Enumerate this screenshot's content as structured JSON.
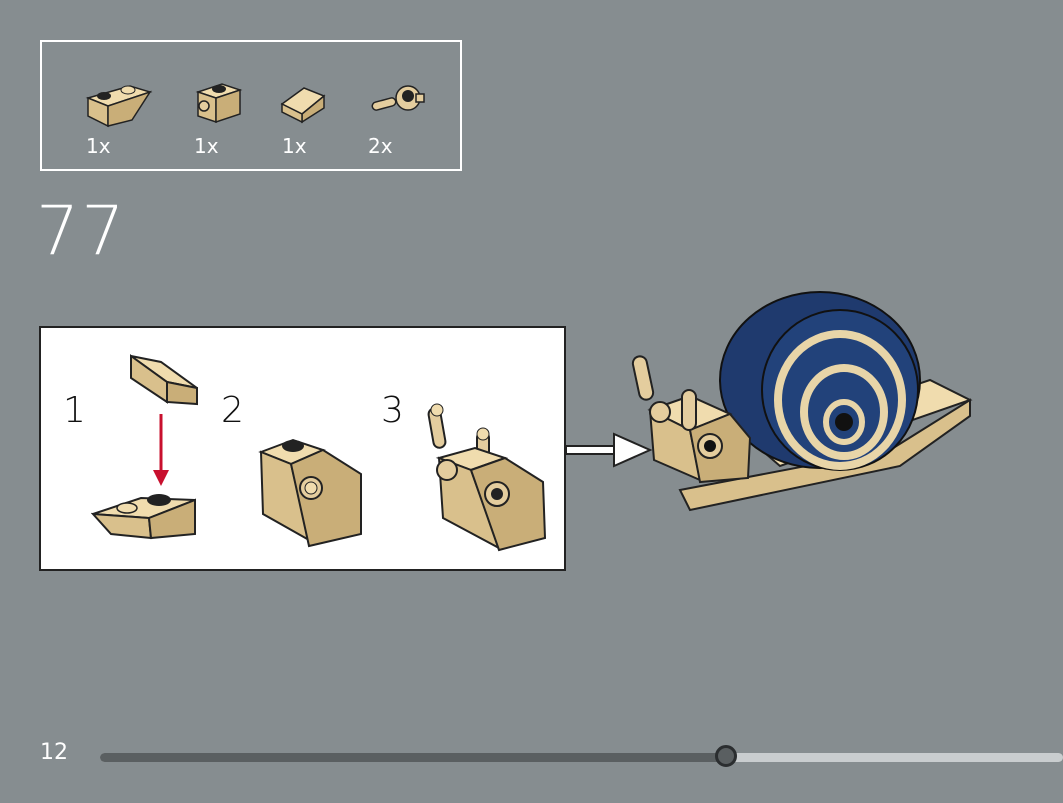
{
  "parts_list": {
    "items": [
      {
        "icon": "tan-inverted-slope-brick-icon",
        "quantity": "1x"
      },
      {
        "icon": "tan-brick-with-side-stud-icon",
        "quantity": "1x"
      },
      {
        "icon": "tan-slope-tile-icon",
        "quantity": "1x"
      },
      {
        "icon": "tan-clip-with-bar-icon",
        "quantity": "2x"
      }
    ]
  },
  "step": {
    "number": "77",
    "substeps": [
      {
        "label": "1"
      },
      {
        "label": "2"
      },
      {
        "label": "3"
      }
    ]
  },
  "footer": {
    "page_number": "12",
    "progress_fraction": 0.65
  },
  "colors": {
    "background": "#868d90",
    "tan": "#e4cd9e",
    "dark_blue": "#1f3a6e",
    "arrow_red": "#c8102e"
  }
}
